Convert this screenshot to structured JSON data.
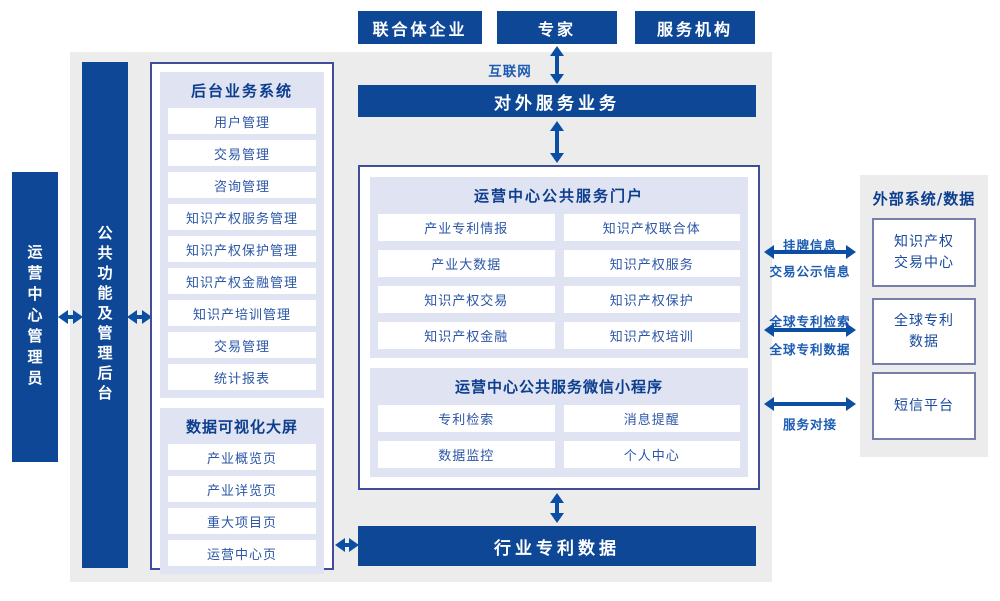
{
  "colors": {
    "navy": "#0d4795",
    "arrow": "#0b4fa4",
    "label_blue": "#1d5cb2",
    "section_bg": "#e0e3f1",
    "box_border": "#414d9a",
    "panel_bg": "#ececec",
    "main_bg": "#ececec",
    "item_text": "#2b56a6",
    "header_text": "#0c3e8f",
    "panel_box_border": "#767eab"
  },
  "top_actors": {
    "items": [
      "联合体企业",
      "专家",
      "服务机构"
    ]
  },
  "network": {
    "internet_label": "互联网"
  },
  "bars": {
    "external_service": "对外服务业务",
    "industry_patent_data": "行业专利数据"
  },
  "left_rails": {
    "admin": "运营中心管理员",
    "public_backend": "公共功能及管理后台"
  },
  "backend_system": {
    "title": "后台业务系统",
    "items": [
      "用户管理",
      "交易管理",
      "咨询管理",
      "知识产权服务管理",
      "知识产权保护管理",
      "知识产权金融管理",
      "知识产培训管理",
      "交易管理",
      "统计报表"
    ]
  },
  "dashboard": {
    "title": "数据可视化大屏",
    "items": [
      "产业概览页",
      "产业详览页",
      "重大项目页",
      "运营中心页"
    ]
  },
  "portal": {
    "title": "运营中心公共服务门户",
    "items": [
      "产业专利情报",
      "知识产权联合体",
      "产业大数据",
      "知识产权服务",
      "知识产权交易",
      "知识产权保护",
      "知识产权金融",
      "知识产权培训"
    ]
  },
  "miniprogram": {
    "title": "运营中心公共服务微信小程序",
    "items": [
      "专利检索",
      "消息提醒",
      "数据监控",
      "个人中心"
    ]
  },
  "external_panel": {
    "title": "外部系统/数据",
    "boxes": [
      "知识产权\n交易中心",
      "全球专利\n数据",
      "短信平台"
    ]
  },
  "link_labels": {
    "listing_info": "挂牌信息",
    "trade_publicity": "交易公示信息",
    "global_patent_search": "全球专利检索",
    "global_patent_data": "全球专利数据",
    "service_integration": "服务对接"
  }
}
